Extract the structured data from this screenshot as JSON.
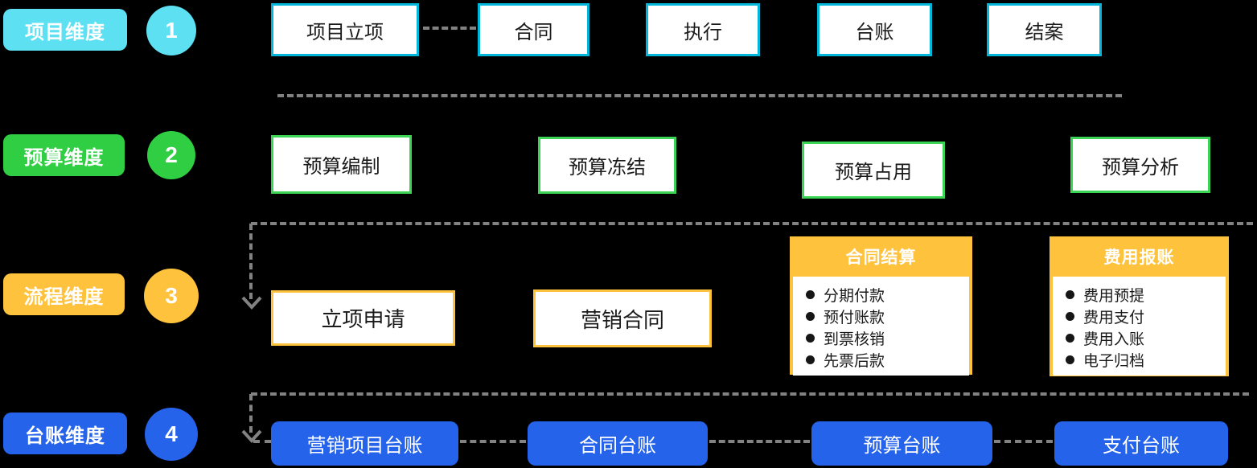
{
  "diagram": {
    "rows": [
      {
        "label": "项目维度",
        "number": "1",
        "boxes": [
          "项目立项",
          "合同",
          "执行",
          "台账",
          "结案"
        ]
      },
      {
        "label": "预算维度",
        "number": "2",
        "boxes": [
          "预算编制",
          "预算冻结",
          "预算占用",
          "预算分析"
        ]
      },
      {
        "label": "流程维度",
        "number": "3",
        "boxes": [
          "立项申请",
          "营销合同"
        ],
        "cards": [
          {
            "title": "合同结算",
            "items": [
              "分期付款",
              "预付账款",
              "到票核销",
              "先票后款"
            ]
          },
          {
            "title": "费用报账",
            "items": [
              "费用预提",
              "费用支付",
              "费用入账",
              "电子归档"
            ]
          }
        ]
      },
      {
        "label": "台账维度",
        "number": "4",
        "boxes": [
          "营销项目台账",
          "合同台账",
          "预算台账",
          "支付台账"
        ]
      }
    ]
  },
  "colors": {
    "row1_fill": "#5ce0f2",
    "row1_border": "#00b7d9",
    "row2_fill": "#2fce43",
    "row2_border": "#3bd455",
    "row3_fill": "#ffc23c",
    "row4_fill": "#2563eb",
    "dash": "#828282",
    "box_bg": "#ffffff",
    "box_text": "#1a1a1a",
    "canvas_bg": "#000000"
  }
}
